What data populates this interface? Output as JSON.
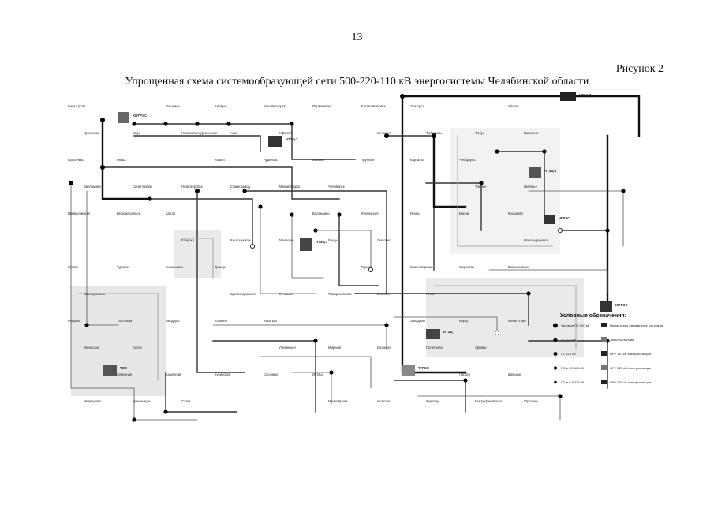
{
  "page_number": "13",
  "figure_label": "Рисунок 2",
  "figure_title": "Упрощенная схема системообразующей сети 500-220-110 кВ энергосистемы Челябинской области",
  "colors": {
    "line": "#111111",
    "gray_area": "#aaaaaa",
    "node": "#000000"
  },
  "substations": [
    "Бакал (СЭ)",
    "Златоуст",
    "Уфалей",
    "Миасс",
    "Чебаркуль",
    "Челябинск",
    "Шагол",
    "Козырево",
    "Смолино",
    "Троицк",
    "Южноуральск",
    "Пласт",
    "Кыштым",
    "Касли",
    "Аргаяш",
    "Иртяш",
    "Сатка",
    "Юрюзань",
    "Катав-Ивановск",
    "Аша",
    "Кропачёво",
    "Карталы",
    "Магнитогорск",
    "Верхнеуральск",
    "Варна",
    "Бреды",
    "Кизильское",
    "Еманжелинск",
    "Копейск",
    "Коркино",
    "Увельская",
    "Полетаево",
    "Сосновка",
    "Кременкуль",
    "Митрофановская",
    "Первомайка",
    "Новометаллургическая",
    "Ишалино",
    "Трубная",
    "Станкозавод",
    "Приваловская",
    "Искра",
    "Малково",
    "Тургояк",
    "Сыростан",
    "Тимирязевская",
    "Бердяуш",
    "Месягутово",
    "Межевая",
    "Кусинская",
    "Медведево",
    "Жукатау",
    "Вишнёвогорск",
    "Маук",
    "Тюбук",
    "Багаряк",
    "Нязепетровск",
    "Лебяжье",
    "Курганская",
    "Кыштымская",
    "Сугояк",
    "Красногорская",
    "Кунашак",
    "Тахталым",
    "Беркут",
    "Мирный",
    "Каменная",
    "Шершни",
    "Исаково",
    "Алабуга",
    "Гранитная",
    "Тюбелясы",
    "Чурилово",
    "Синеглазово",
    "Томино",
    "Баландино",
    "Есаулка",
    "Новоандреевка",
    "Горная",
    "Кременкульская",
    "Рощино",
    "Западная",
    "Ленинская",
    "Северная",
    "Пороги",
    "Межозёрная",
    "Пашнино",
    "Уйская",
    "Кичигино",
    "Кызыл",
    "Варламово"
  ],
  "special_labels": [
    "ЧТЭЦ-1",
    "ЧТЭЦ-2",
    "ЧТЭЦ-3",
    "ЧТЭЦ-4",
    "ЧГРЭС",
    "ТГРЭС",
    "ИТЭЦ",
    "ЮГРЭС",
    "ЧМК",
    "ЮУГРЭС"
  ],
  "legend": {
    "title": "Условные обозначения:",
    "items": [
      "Узловые ПС 500 кВ",
      "Нормальное разомкнутое состояние",
      "ПС 220 кВ",
      "Электростанция",
      "ПС 110 кВ",
      "ОРУ 110 кВ электростанции",
      "ПС в СЭ 110 кВ",
      "ОРУ 220 кВ электростанции",
      "ПС в СЭ 220 кВ",
      "ОРУ 500 кВ электростанции"
    ]
  }
}
